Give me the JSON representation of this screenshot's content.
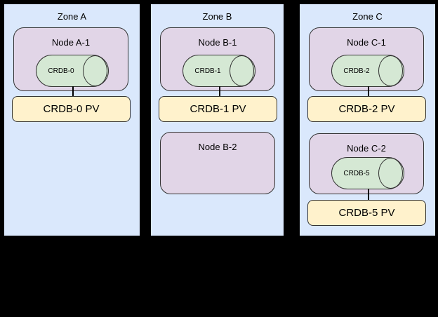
{
  "zones": [
    {
      "title": "Zone A",
      "node1": {
        "title": "Node A-1",
        "db": "CRDB-0"
      },
      "pv1": "CRDB-0 PV"
    },
    {
      "title": "Zone B",
      "node1": {
        "title": "Node B-1",
        "db": "CRDB-1"
      },
      "pv1": "CRDB-1 PV",
      "node2": {
        "title": "Node B-2"
      }
    },
    {
      "title": "Zone C",
      "node1": {
        "title": "Node C-1",
        "db": "CRDB-2"
      },
      "pv1": "CRDB-2 PV",
      "node2": {
        "title": "Node C-2",
        "db": "CRDB-5"
      },
      "pv2": "CRDB-5 PV"
    }
  ],
  "colors": {
    "zone_fill": "#dae8fc",
    "node_fill": "#e1d5e7",
    "db_fill": "#d5e8d4",
    "pv_fill": "#fff2cc",
    "stroke": "#000000",
    "stroke_soft": "#333333",
    "background": "#000000"
  }
}
